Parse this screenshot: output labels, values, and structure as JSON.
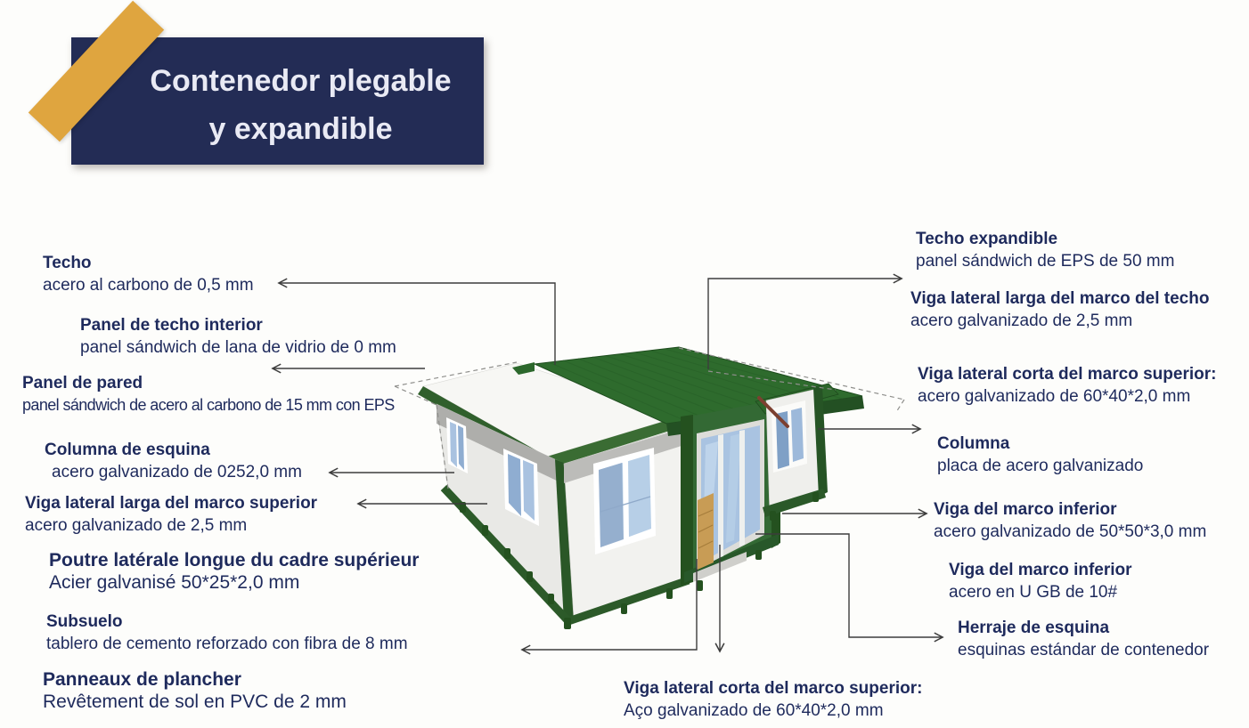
{
  "banner": {
    "line1": "Contenedor plegable",
    "line2": "y expandible"
  },
  "labels_left": [
    {
      "title": "Techo",
      "desc": "acero al carbono de 0,5 mm"
    },
    {
      "title": "Panel de techo interior",
      "desc": "panel sándwich de lana de vidrio de 0 mm"
    },
    {
      "title": "Panel de pared",
      "desc": "panel sándwich de acero al carbono de 15 mm con EPS"
    },
    {
      "title": "Columna de esquina",
      "desc": "acero galvanizado de 0252,0 mm"
    },
    {
      "title": "Viga lateral larga del marco superior",
      "desc": "acero galvanizado de 2,5 mm"
    },
    {
      "title": "Poutre latérale longue du cadre supérieur",
      "desc": "Acier galvanisé 50*25*2,0 mm"
    },
    {
      "title": "Subsuelo",
      "desc": "tablero de cemento reforzado con fibra de 8 mm"
    },
    {
      "title": "Panneaux de plancher",
      "desc": "Revêtement de sol en PVC de 2 mm"
    }
  ],
  "labels_right": [
    {
      "title": "Techo expandible",
      "desc": "panel sándwich de EPS de 50 mm"
    },
    {
      "title": "Viga lateral larga del marco del techo",
      "desc": "acero galvanizado de 2,5 mm"
    },
    {
      "title": "Viga lateral corta del marco superior:",
      "desc": "acero galvanizado de 60*40*2,0 mm"
    },
    {
      "title": "Columna",
      "desc": "placa de acero galvanizado"
    },
    {
      "title": "Viga del marco inferior",
      "desc": "acero galvanizado de 50*50*3,0 mm"
    },
    {
      "title": "Viga del marco inferior",
      "desc": "acero en U GB de 10#"
    },
    {
      "title": "Herraje de esquina",
      "desc": "esquinas estándar de contenedor"
    }
  ],
  "label_bottom": {
    "title": "Viga lateral corta del marco superior:",
    "desc": "Aço galvanizado de 60*40*2,0 mm"
  },
  "illustration": {
    "alt": "Render 3D de contenedor plegable y expandible con techo verde, módulos blancos con ventanas y puerta corredera de vidrio"
  },
  "colors": {
    "accent_navy": "#1e2a5c",
    "banner_bg": "#232c55",
    "banner_text": "#e9eaf4",
    "ribbon_gold": "#dfa53f",
    "roof_green": "#2e6b2d",
    "roof_fascia": "#235023",
    "frame_green": "#24511f",
    "module_green": "#336934",
    "wall_white": "#e9e9e6",
    "wall_light": "#f2f2ef",
    "roof_white": "#f7f7f4",
    "window_blue": "#9db9da",
    "glass_light": "#b7cfe7",
    "wood_tan": "#c89c55",
    "line_gray": "#3c3c3c",
    "dash_gray": "#8f8f8c"
  }
}
